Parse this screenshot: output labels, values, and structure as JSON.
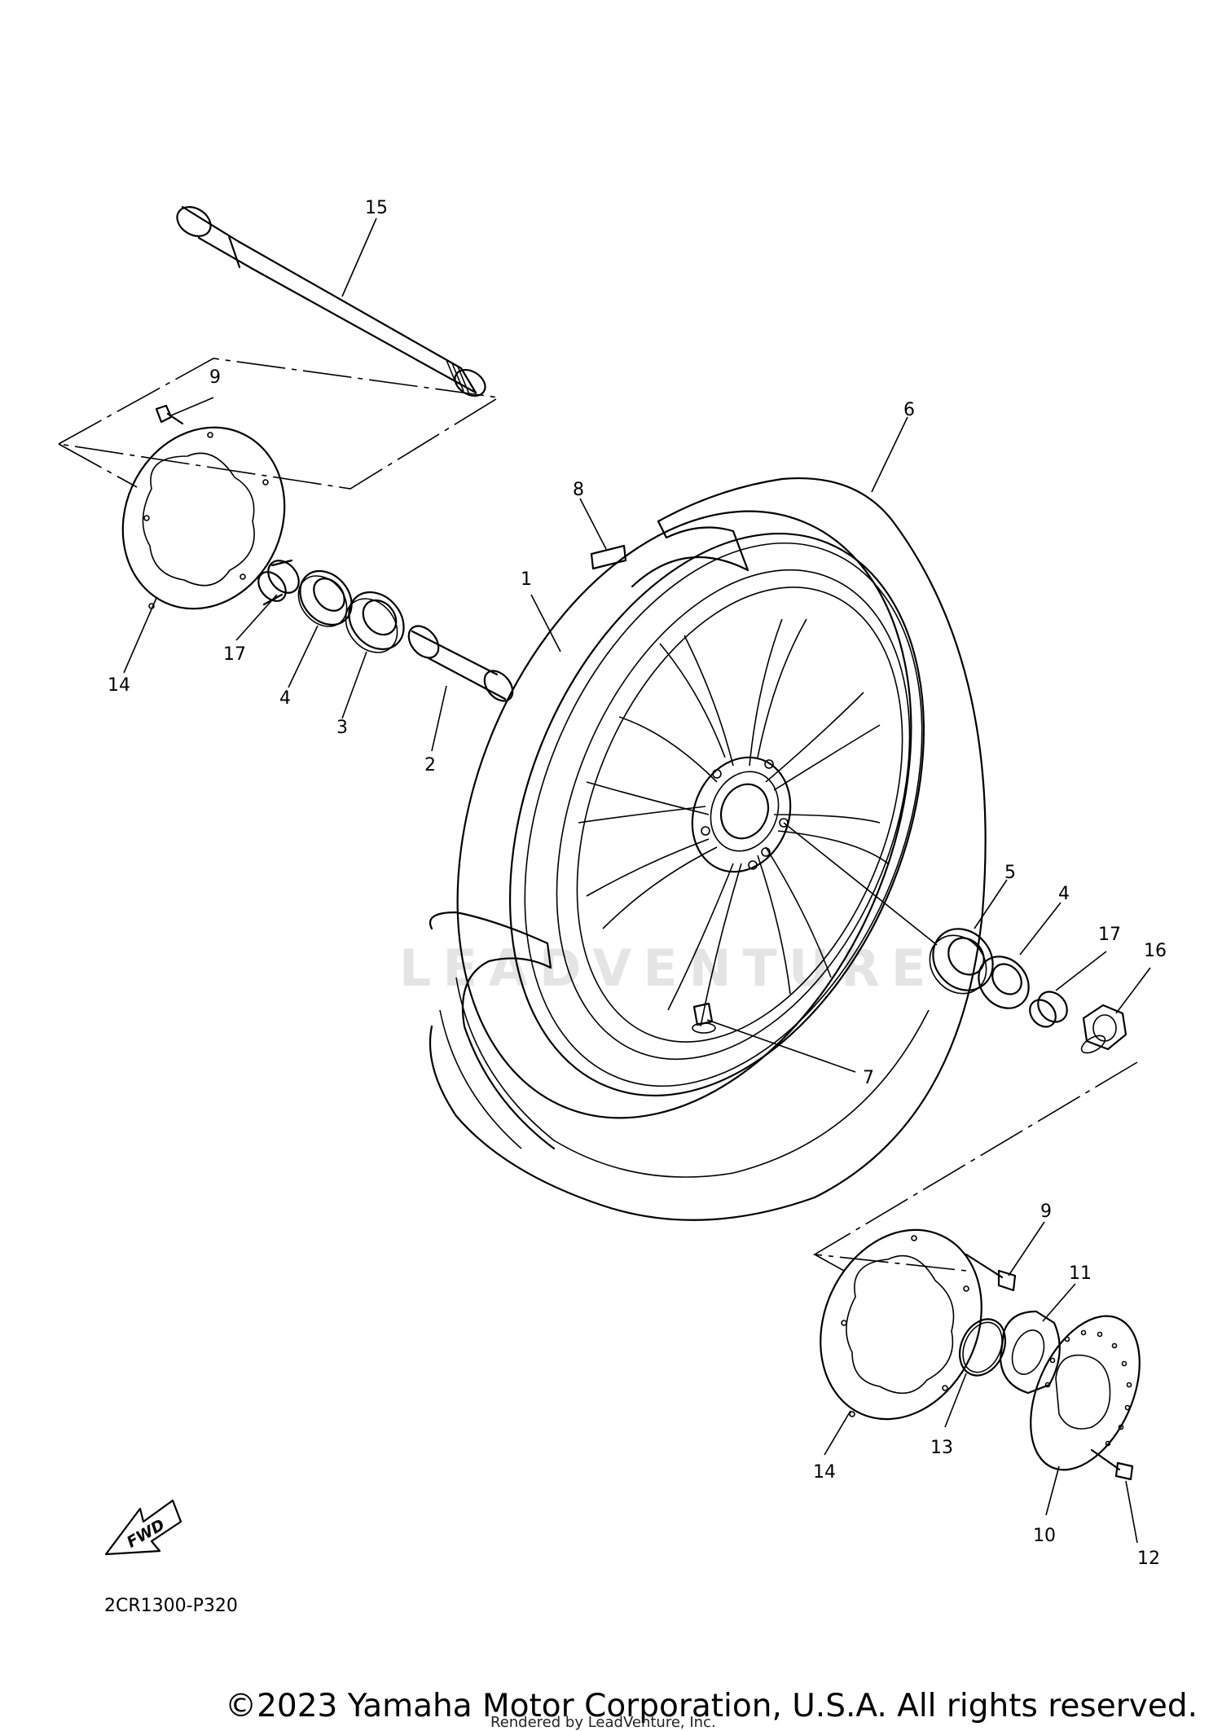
{
  "watermark": "LEADVENTURE",
  "callouts": [
    {
      "id": "c15a",
      "num": "15"
    },
    {
      "id": "c9a",
      "num": "9"
    },
    {
      "id": "c6",
      "num": "6"
    },
    {
      "id": "c8",
      "num": "8"
    },
    {
      "id": "c1",
      "num": "1"
    },
    {
      "id": "c14a",
      "num": "14"
    },
    {
      "id": "c17a",
      "num": "17"
    },
    {
      "id": "c4a",
      "num": "4"
    },
    {
      "id": "c3",
      "num": "3"
    },
    {
      "id": "c2",
      "num": "2"
    },
    {
      "id": "c5",
      "num": "5"
    },
    {
      "id": "c4b",
      "num": "4"
    },
    {
      "id": "c17b",
      "num": "17"
    },
    {
      "id": "c16",
      "num": "16"
    },
    {
      "id": "c7",
      "num": "7"
    },
    {
      "id": "c9b",
      "num": "9"
    },
    {
      "id": "c11",
      "num": "11"
    },
    {
      "id": "c14b",
      "num": "14"
    },
    {
      "id": "c13",
      "num": "13"
    },
    {
      "id": "c10",
      "num": "10"
    },
    {
      "id": "c12",
      "num": "12"
    }
  ],
  "fwd_label": "FWD",
  "diagram_code": "2CR1300-P320",
  "copyright": "©2023 Yamaha Motor Corporation, U.S.A. All rights reserved.",
  "rendered_by": "Rendered by LeadVenture, Inc."
}
